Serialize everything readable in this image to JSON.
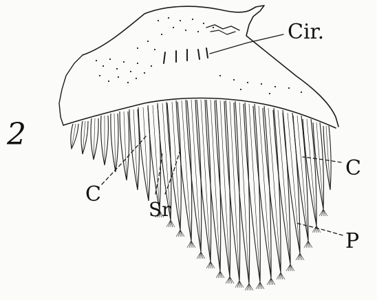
{
  "figure": {
    "number": "2"
  },
  "labels": {
    "cirrus": "Cir.",
    "c_left": "C",
    "c_right": "C",
    "sr": "Sr",
    "p": "P"
  },
  "colors": {
    "ink": "#1a1a1a",
    "paper": "#fbfbf9"
  }
}
